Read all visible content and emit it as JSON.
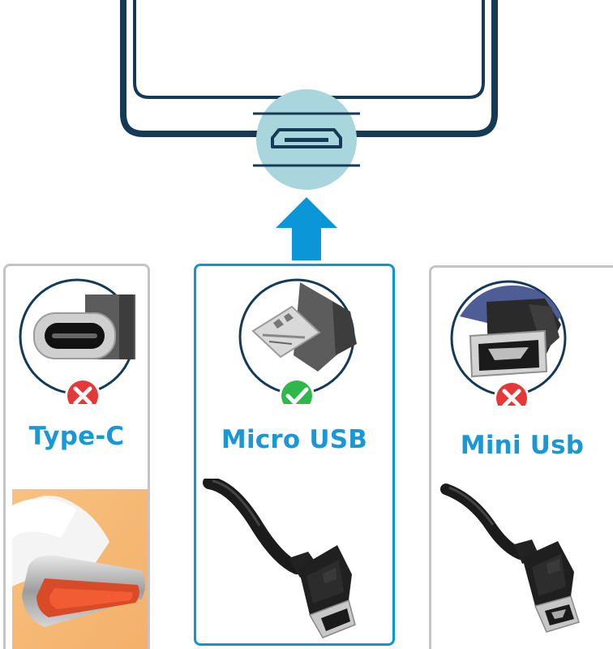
{
  "colors": {
    "accent_blue": "#0b96d8",
    "label_blue": "#1a98d6",
    "phone_outline": "#143a55",
    "port_bubble": "#a9d6dc",
    "card_border_gray": "#bdbdbd",
    "ok_green": "#2fb84a",
    "reject_red": "#e53939"
  },
  "phone": {
    "port_icon": "micro-usb-port-icon",
    "arrow_icon": "arrow-up-icon"
  },
  "cards": [
    {
      "id": "type-c",
      "label": "Type-C",
      "status": "incompatible",
      "status_icon": "x-icon",
      "connector_icon": "usb-type-c-connector-icon",
      "photo": "type-c-cable-photo",
      "selected": false
    },
    {
      "id": "micro-usb",
      "label": "Micro USB",
      "status": "compatible",
      "status_icon": "check-icon",
      "connector_icon": "micro-usb-connector-icon",
      "photo": "micro-usb-cable-photo",
      "selected": true
    },
    {
      "id": "mini-usb",
      "label": "Mini Usb",
      "status": "incompatible",
      "status_icon": "x-icon",
      "connector_icon": "mini-usb-connector-icon",
      "photo": "mini-usb-cable-photo",
      "selected": false
    }
  ]
}
